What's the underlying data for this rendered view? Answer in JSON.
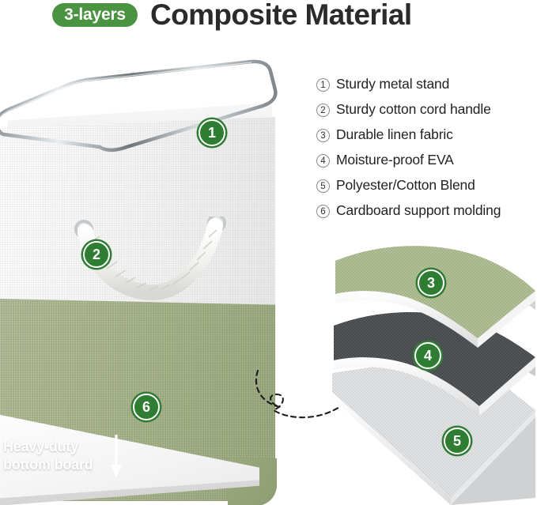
{
  "header": {
    "badge_label": "3-layers",
    "title": "Composite Material",
    "badge_color": "#4a9340",
    "title_color": "#2b2b2b"
  },
  "feature_list": {
    "items": [
      {
        "number": "1",
        "label": "Sturdy metal stand"
      },
      {
        "number": "2",
        "label": "Sturdy cotton cord handle"
      },
      {
        "number": "3",
        "label": "Durable linen fabric"
      },
      {
        "number": "4",
        "label": "Moisture-proof EVA"
      },
      {
        "number": "5",
        "label": "Polyester/Cotton Blend"
      },
      {
        "number": "6",
        "label": "Cardboard support molding"
      }
    ]
  },
  "product": {
    "callouts": [
      {
        "number": "1",
        "refers_to": "Sturdy metal stand"
      },
      {
        "number": "2",
        "refers_to": "Sturdy cotton cord handle"
      },
      {
        "number": "6",
        "refers_to": "Cardboard support molding"
      }
    ],
    "bottom_board_label_line1": "Heavy-duty",
    "bottom_board_label_line2": "bottom board",
    "fabric_upper_color": "#f0f0f0",
    "fabric_lower_color": "#9aa87d",
    "rim_color": "#b9bec2",
    "rope_color": "#f5f5f3"
  },
  "layers_diagram": {
    "layers": [
      {
        "number": "3",
        "name": "Durable linen fabric",
        "color": "#b3bf97"
      },
      {
        "number": "4",
        "name": "Moisture-proof EVA",
        "color": "#4e5154"
      },
      {
        "number": "5",
        "name": "Polyester/Cotton Blend",
        "color": "#d9dadc"
      }
    ],
    "badge_color": "#2f7d32",
    "badge_text_color": "#ffffff"
  }
}
